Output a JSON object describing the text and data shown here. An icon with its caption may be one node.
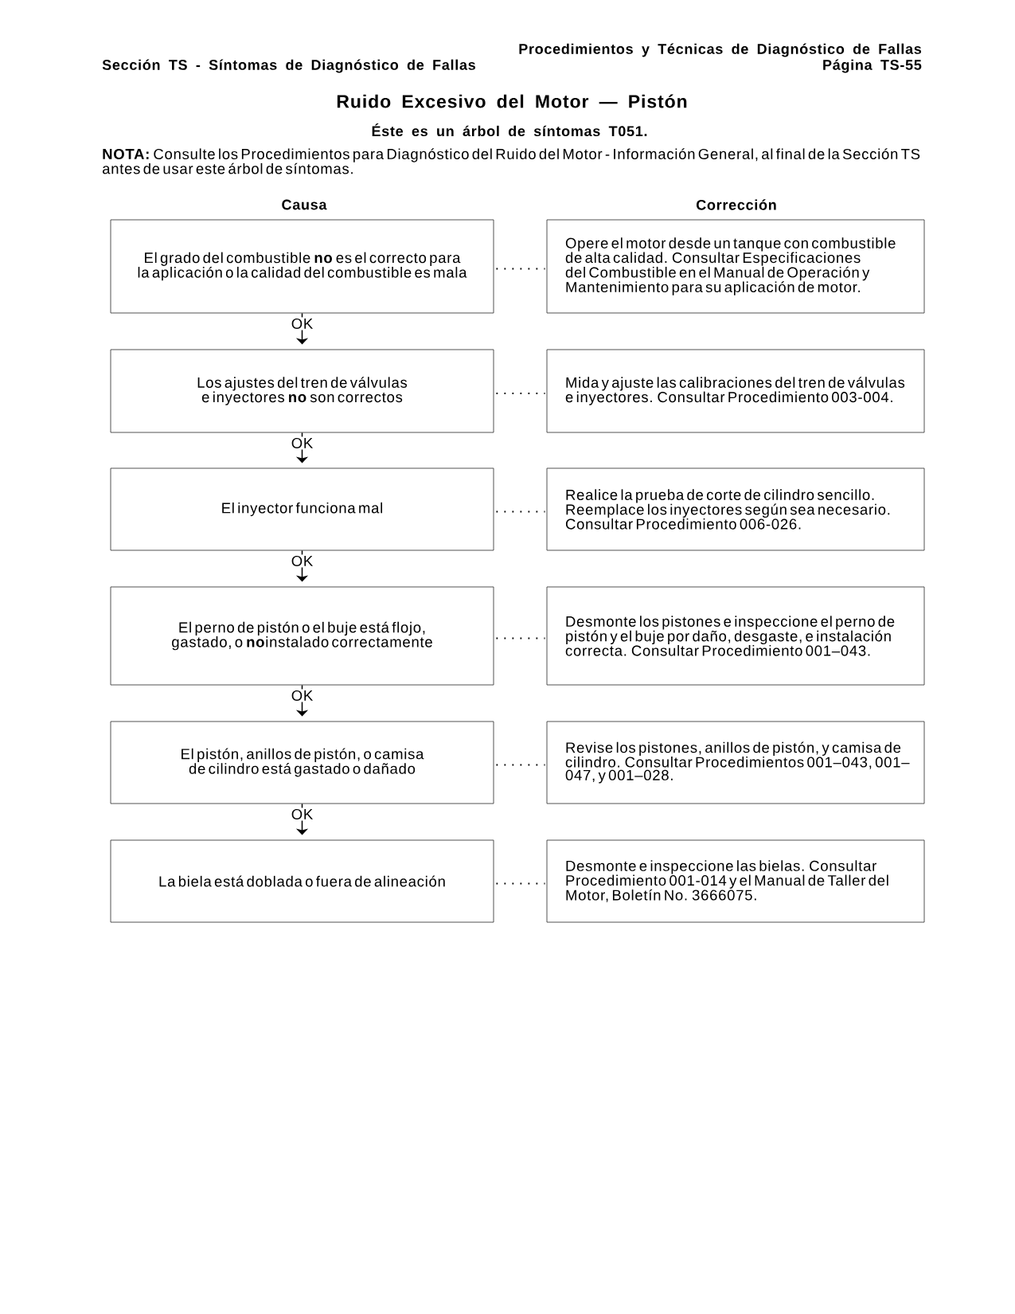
{
  "diagram": {
    "title": "Ruido Excesivo del Motor — Pistón",
    "nodes": [
      {
        "text": [
          "El grado del combustible **no** es el correcto para la aplicación o la calidad del combustible es mala"
        ]
      },
      {
        "text": [
          "Opere el motor desde un tanque con combustible de alta calidad. Consultar Especificaciones del Combustible en el Manual de Operación y Mantenimiento para su aplicación de motor."
        ]
      },
      {
        "text": [
          "Los ajustes del tren de válvulas e inyectores **no** son correctos"
        ]
      },
      {
        "text": [
          "Mida y ajuste las calibraciones del tren de válvulas e inyectores. Consultar Procedimiento 003-004."
        ]
      },
      {
        "text": [
          "El inyector funciona mal"
        ]
      },
      {
        "text": [
          "Realice la prueba de corte de cilindro sencillo. Reemplace los inyectores según sea necesario. Consultar Procedimiento 006-026."
        ]
      },
      {
        "text": [
          "El perno de pistón o el buje está flojo, gastado, o **no**instalado correctamente"
        ]
      },
      {
        "text": [
          "Desmonte los pistones e inspeccione el perno de pistón y el buje por daño, desgaste, e instalación correcta. Consultar Procedimiento 001–043."
        ]
      },
      {
        "text": [
          "El pistón, anillos de pistón, o camisa de cilindro está gastado o dañado"
        ]
      },
      {
        "text": [
          "Revise los pistones, anillos de pistón, y camisa de cilindro. Consultar Procedimientos 001–043, 001–047, y 001–028."
        ]
      },
      {
        "text": [
          "La biela está doblada o fuera de alineación"
        ]
      },
      {
        "text": [
          "Desmonte e inspeccione las bielas. Consultar Procedimiento 001-014 y el Manual de Taller del Motor, Boletín No. 3666075."
        ]
      }
    ],
    "edges": [
      {
        "from": 0,
        "to": 1,
        "arrow": "none",
        "style": "dashed"
      },
      {
        "from": 0,
        "to": 2,
        "arrow": "to",
        "label": "OK"
      },
      {
        "from": 2,
        "to": 3,
        "arrow": "none",
        "style": "dashed"
      },
      {
        "from": 2,
        "to": 4,
        "arrow": "to",
        "label": "OK"
      },
      {
        "from": 4,
        "to": 5,
        "arrow": "none",
        "style": "dashed"
      },
      {
        "from": 4,
        "to": 6,
        "arrow": "to",
        "label": "OK"
      },
      {
        "from": 6,
        "to": 7,
        "arrow": "none",
        "style": "dashed"
      },
      {
        "from": 6,
        "to": 8,
        "arrow": "to",
        "label": "OK"
      },
      {
        "from": 8,
        "to": 9,
        "arrow": "none",
        "style": "dashed"
      },
      {
        "from": 8,
        "to": 10,
        "arrow": "to",
        "label": "OK"
      },
      {
        "from": 10,
        "to": 11,
        "arrow": "none",
        "style": "dashed"
      }
    ],
    "labels": [
      "Procedimientos y Técnicas de Diagnóstico de Fallas",
      "Sección TS - Síntomas de Diagnóstico de Fallas",
      "Página TS-55",
      "Éste es un árbol de síntomas T051.",
      "**NOTA:** Consulte los Procedimientos para Diagnóstico del Ruido del Motor - Información General, al final de la Sección TS antes de usar este árbol de síntomas.",
      "Causa",
      "Corrección"
    ]
  }
}
